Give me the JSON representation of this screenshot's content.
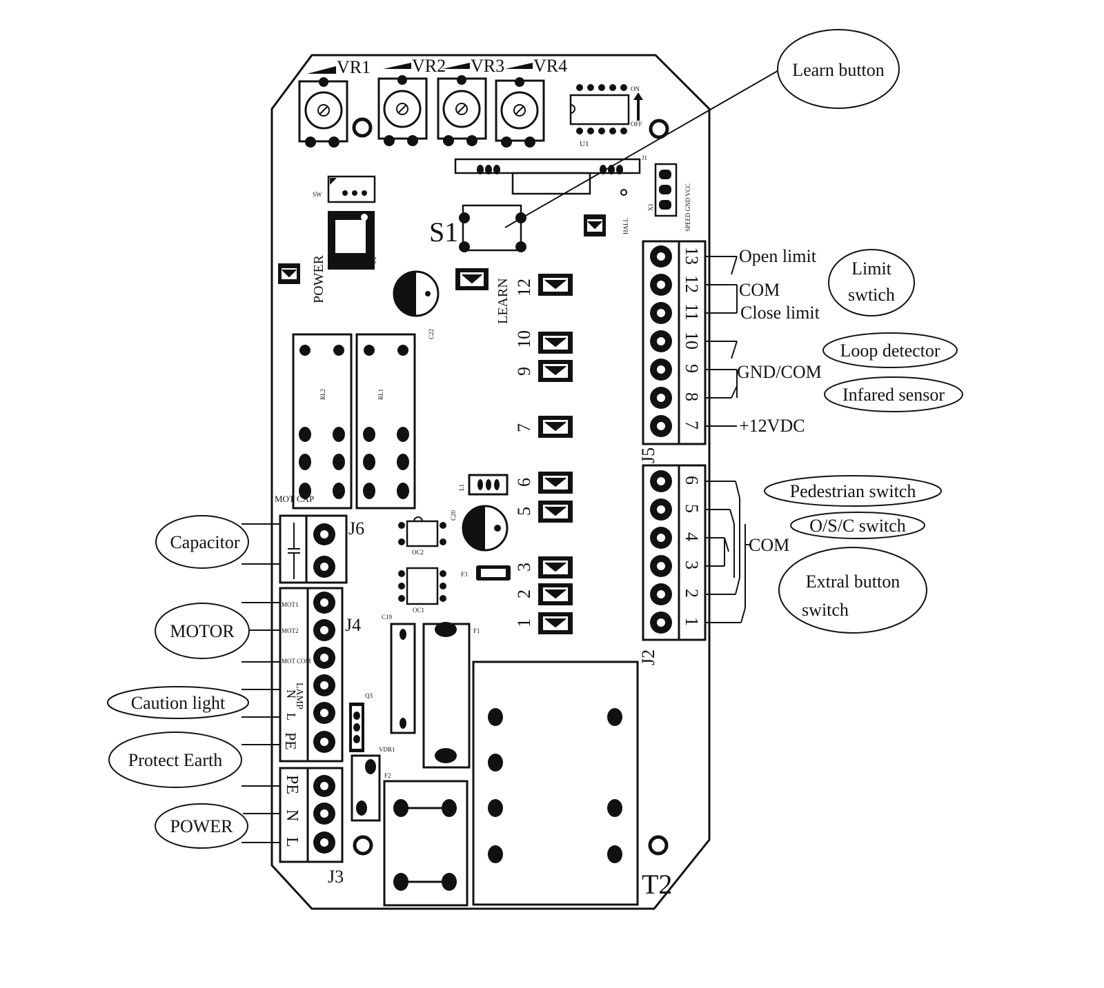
{
  "pots": [
    "VR1",
    "VR2",
    "VR3",
    "VR4"
  ],
  "silk": {
    "u1": "U1",
    "on": "ON",
    "off": "OFF",
    "j1": "J1",
    "sw": "SW",
    "hall": "HALL",
    "x1": "X1",
    "x1_pins": "SPEED GND VCC",
    "u2": "U2",
    "power": "POWER",
    "learn": "LEARN",
    "s1": "S1",
    "c22": "C22",
    "rl2": "RL2",
    "rl1": "RL1",
    "mot_cap": "MOT CAP",
    "j6": "J6",
    "j4": "J4",
    "j3": "J3",
    "j5": "J5",
    "j2": "J2",
    "t2": "T2",
    "oc2": "OC2",
    "oc1": "OC1",
    "c20": "C20",
    "f3": "F3",
    "c19": "C19",
    "f1": "F1",
    "q3": "Q3",
    "vdr1": "VDR1",
    "f2": "F2",
    "l1": "L1",
    "mot1": "MOT1",
    "mot2": "MOT2",
    "mot_com": "MOT COM",
    "lamp": "LAMP",
    "n": "N",
    "l": "L",
    "pe": "PE"
  },
  "jumpers": [
    "12",
    "10",
    "9",
    "7",
    "6",
    "5",
    "3",
    "2",
    "1"
  ],
  "j5_pins": [
    "13",
    "12",
    "11",
    "10",
    "9",
    "8",
    "7"
  ],
  "j2_pins": [
    "6",
    "5",
    "4",
    "3",
    "2",
    "1"
  ],
  "callouts": {
    "learn_button": "Learn button",
    "limit_switch_1": "Limit",
    "limit_switch_2": "swtich",
    "loop_detector": "Loop detector",
    "infared_sensor": "Infared sensor",
    "pedestrian_switch": "Pedestrian switch",
    "osc_switch": "O/S/C switch",
    "extral_button_1": "Extral button",
    "extral_button_2": "switch",
    "capacitor": "Capacitor",
    "motor": "MOTOR",
    "caution_light": "Caution light",
    "protect_earth": "Protect Earth",
    "power": "POWER"
  },
  "terminal_labels": {
    "open_limit": "Open limit",
    "com": "COM",
    "close_limit": "Close limit",
    "gnd_com": "GND/COM",
    "v12": "+12VDC",
    "com2": "COM"
  }
}
